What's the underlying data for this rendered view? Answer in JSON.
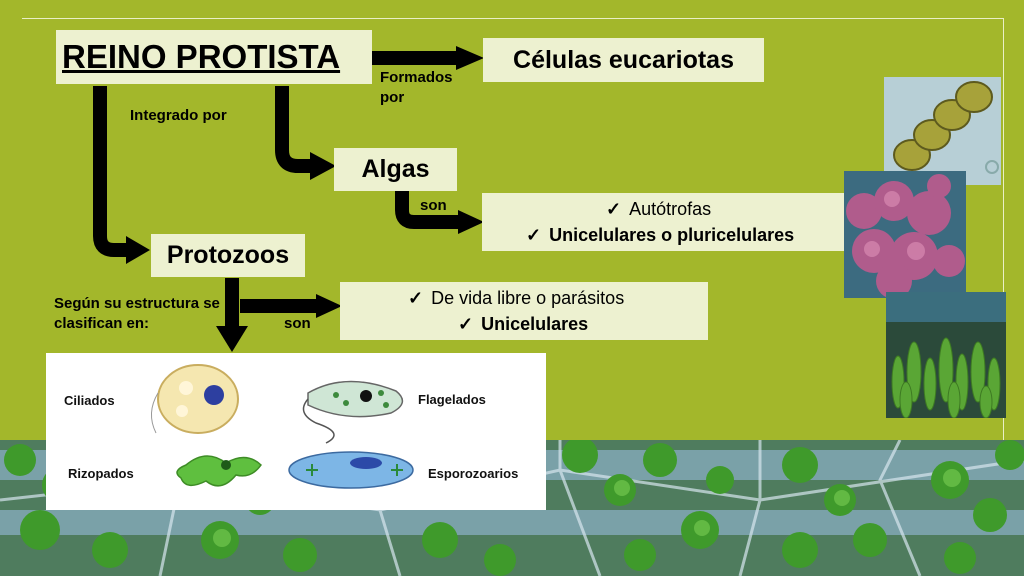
{
  "title": "REINO PROTISTA",
  "cells_box": "Células eucariotas",
  "formed_by": "Formados por",
  "integrated_by": "Integrado por",
  "algas": "Algas",
  "protozoos": "Protozoos",
  "son_algas": "son",
  "son_protozoos": "son",
  "classify_by": "Según su estructura se clasifican en:",
  "algas_traits": [
    "Autótrofas",
    "Unicelulares o pluricelulares"
  ],
  "protozoos_traits": [
    "De vida libre o parásitos",
    "Unicelulares"
  ],
  "protozoo_types": [
    "Ciliados",
    "Flagelados",
    "Rizopados",
    "Esporozoarios"
  ],
  "check_glyph": "✓",
  "colors": {
    "background": "#a3b72b",
    "box": "#edf1d0",
    "arrow": "#000000"
  }
}
